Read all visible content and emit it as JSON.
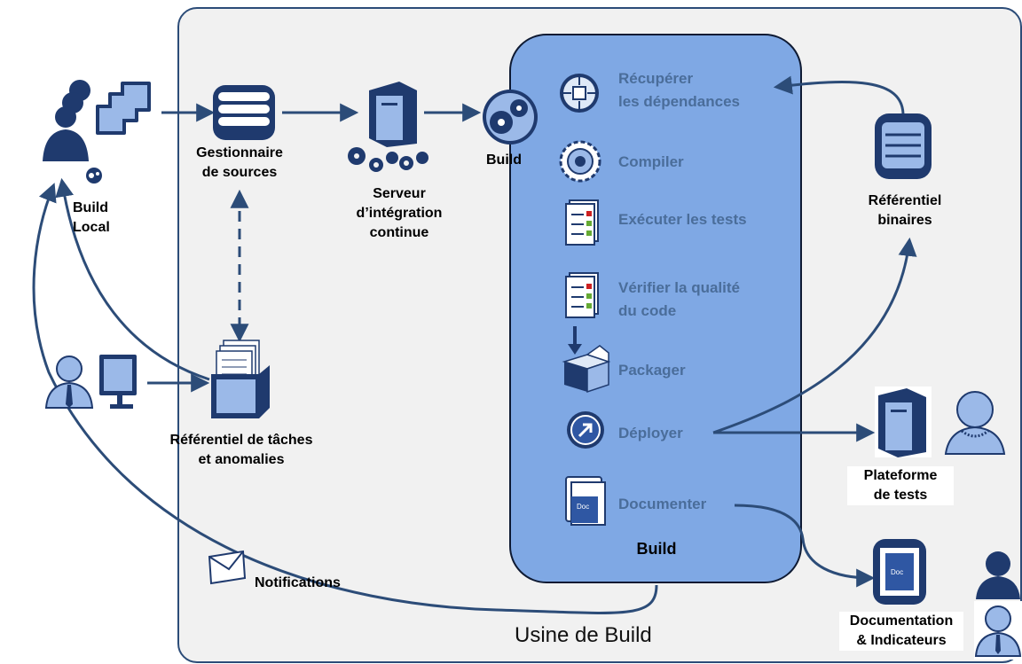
{
  "factory": {
    "title": "Usine de Build"
  },
  "build_local": {
    "line1": "Build",
    "line2": "Local"
  },
  "scm": {
    "line1": "Gestionnaire",
    "line2": "de sources"
  },
  "ci": {
    "line1": "Serveur",
    "line2": "d’intégration",
    "line3": "continue"
  },
  "build_trigger": {
    "label": "Build"
  },
  "pipeline": {
    "title": "Build",
    "steps": [
      {
        "line1": "Récupérer",
        "line2": "les dépendances"
      },
      {
        "line1": "Compiler"
      },
      {
        "line1": "Exécuter les tests"
      },
      {
        "line1": "Vérifier la qualité",
        "line2": "du code"
      },
      {
        "line1": "Packager"
      },
      {
        "line1": "Déployer"
      },
      {
        "line1": "Documenter"
      }
    ]
  },
  "binaries": {
    "line1": "Référentiel",
    "line2": "binaires"
  },
  "tasks": {
    "line1": "Référentiel de tâches",
    "line2": "et anomalies"
  },
  "test_platform": {
    "line1": "Plateforme",
    "line2": "de tests"
  },
  "docs": {
    "line1": "Documentation",
    "line2": "& Indicateurs"
  },
  "notifications": {
    "label": "Notifications"
  },
  "doc_icon_text": "Doc",
  "colors": {
    "arrow": "#2c4c78",
    "icon_blue": "#1f3a6e",
    "step_text": "#4a6d9a",
    "pipeline_fill": "#7fa8e4"
  }
}
